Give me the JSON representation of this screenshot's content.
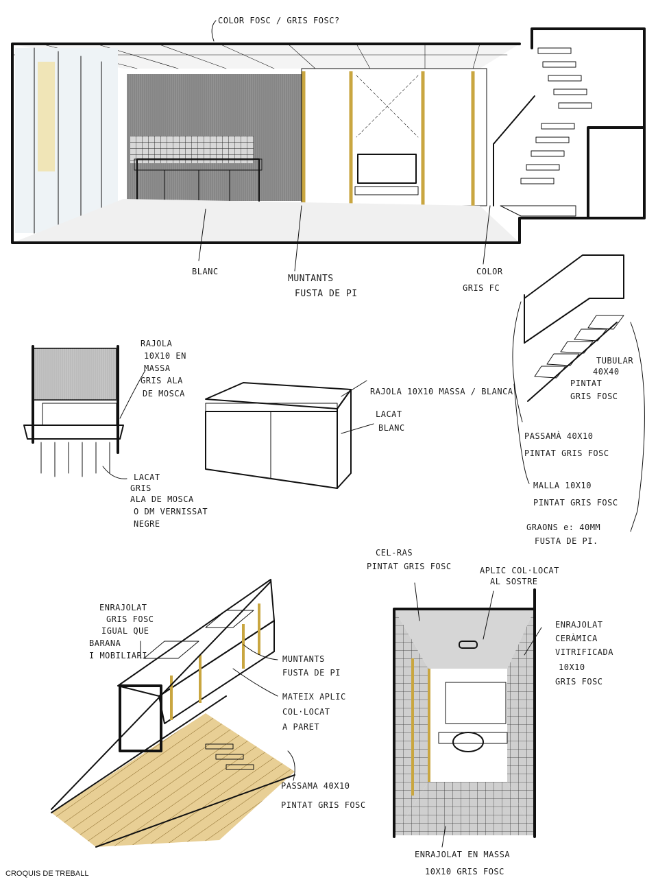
{
  "caption": "CROQUIS DE TREBALL",
  "colors": {
    "ink": "#111111",
    "wood": "#e8c766",
    "grey": "#9a9a9a",
    "paper": "#ffffff"
  },
  "notes": {
    "main_ceiling": "COLOR FOSC / GRIS FOSC?",
    "main_blanc": "BLANC",
    "main_muntants": [
      "MUNTANTS",
      "FUSTA DE PI"
    ],
    "main_color": [
      "COLOR",
      "GRIS FC"
    ],
    "kitchen_rajola": [
      "RAJOLA",
      "10X10 EN",
      "MASSA",
      "GRIS ALA",
      "DE MOSCA"
    ],
    "kitchen_lacat": [
      "LACAT",
      "GRIS",
      "ALA DE MOSCA",
      "O DM VERNISSAT",
      "NEGRE"
    ],
    "island_rajola": "RAJOLA 10X10 MASSA / BLANCA",
    "island_lacat": [
      "LACAT",
      "BLANC"
    ],
    "stair_tubular": [
      "TUBULAR",
      "40X40",
      "PINTAT",
      "GRIS FOSC"
    ],
    "stair_passama": [
      "PASSAMÀ 40X10",
      "PINTAT GRIS FOSC"
    ],
    "stair_malla": [
      "MALLA 10X10",
      "PINTAT GRIS FOSC"
    ],
    "stair_graons": [
      "GRAONS e: 40MM",
      "FUSTA DE PI."
    ],
    "corr_enrajolat": [
      "ENRAJOLAT",
      "GRIS FOSC",
      "IGUAL QUE",
      "BARANA",
      "I MOBILIARI"
    ],
    "corr_muntants": [
      "MUNTANTS",
      "FUSTA DE PI"
    ],
    "corr_mateix": [
      "MATEIX APLIC",
      "COL·LOCAT",
      "A PARET"
    ],
    "corr_passama": [
      "PASSAMA 40X10",
      "PINTAT GRIS FOSC"
    ],
    "bath_celras": [
      "CEL-RAS",
      "PINTAT GRIS FOSC"
    ],
    "bath_aplic": [
      "APLIC COL·LOCAT",
      "AL SOSTRE"
    ],
    "bath_enrajolat": [
      "ENRAJOLAT",
      "CERÀMICA",
      "VITRIFICADA",
      "10X10",
      "GRIS FOSC"
    ],
    "bath_floor": [
      "ENRAJOLAT EN MASSA",
      "10X10 GRIS FOSC"
    ]
  }
}
